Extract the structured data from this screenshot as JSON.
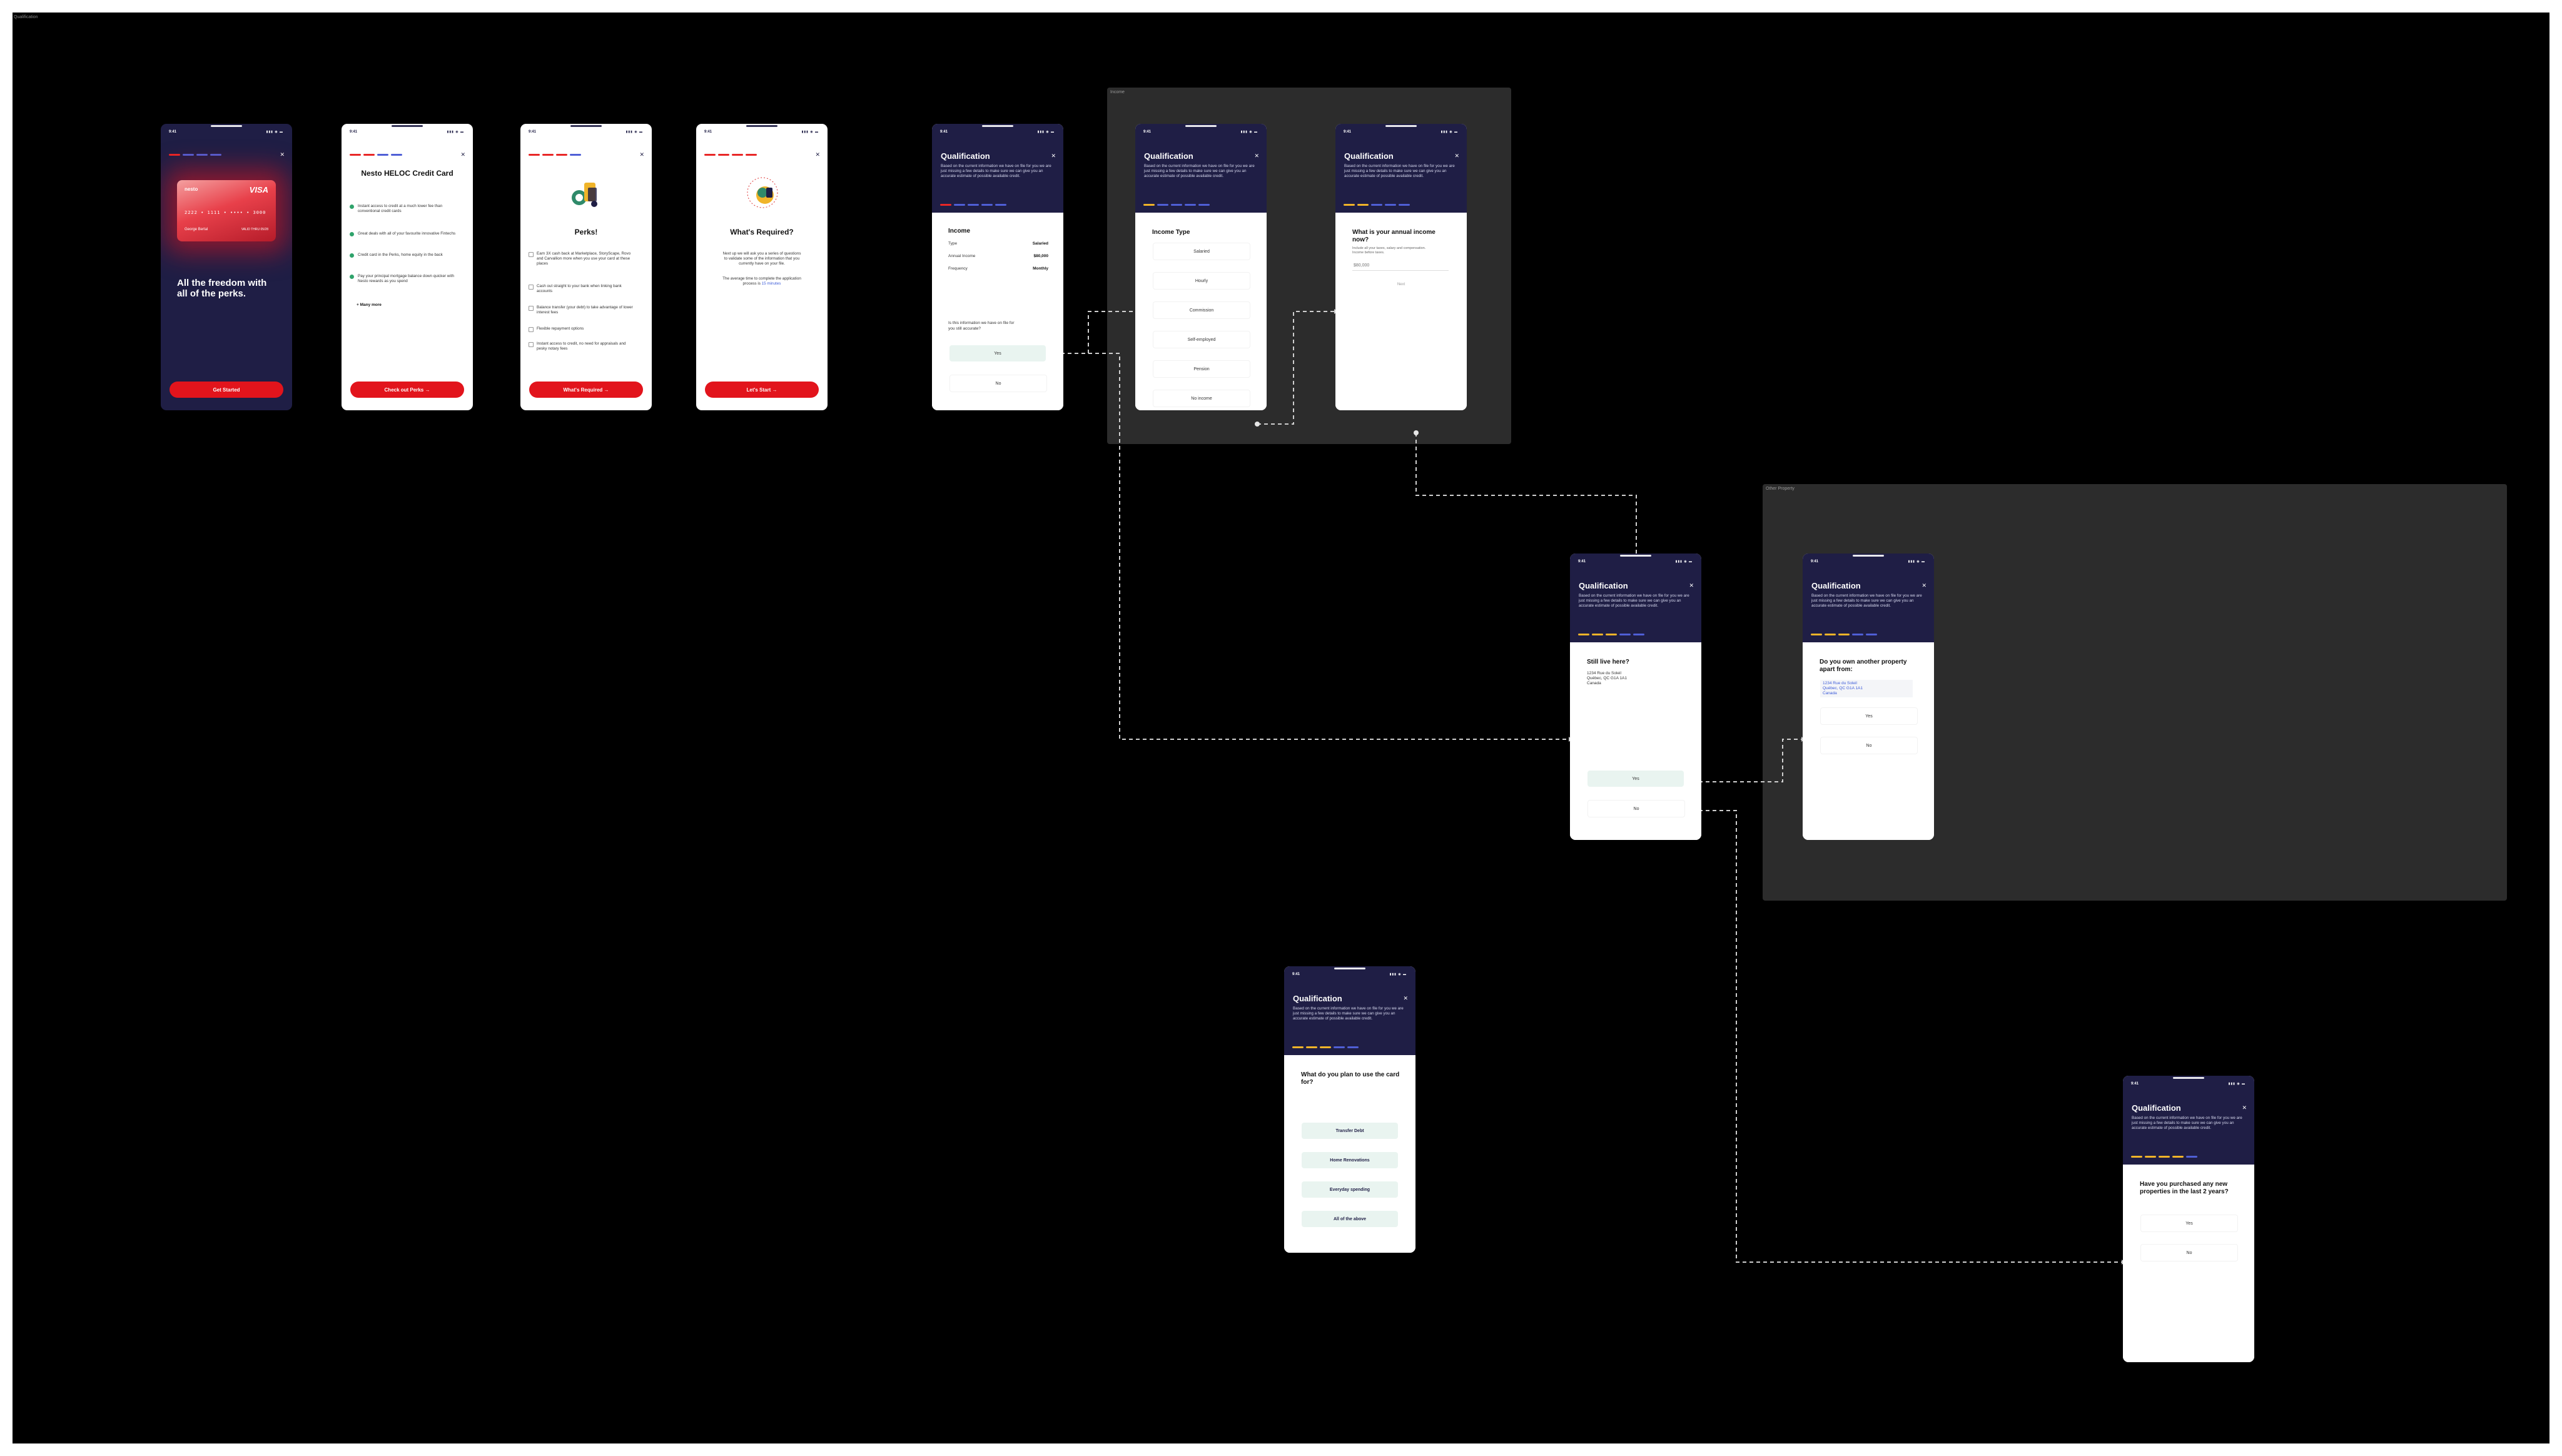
{
  "canvas": {
    "label": "Qualification"
  },
  "groups": [
    {
      "label": "Income"
    },
    {
      "label": "Other Property"
    }
  ],
  "status": {
    "time": "9:41",
    "signal": "▮▮▮ ◉ ▬"
  },
  "welcome": {
    "card_brand": "nesto",
    "card_network": "VISA",
    "card_number": "2222 • 1111 • •••• • 3000",
    "card_name": "George Bertal",
    "card_expiry": "VALID THRU 05/28",
    "headline": "All the freedom with all of the perks.",
    "button": "Get Started"
  },
  "heloc": {
    "title": "Nesto HELOC Credit Card",
    "items": [
      "Instant access to credit at a much lower fee than conventional credit cards",
      "Great deals with all of your favourite innovative Fintechs",
      "Credit card in the Perks, home equity in the back",
      "Pay your principal mortgage balance down quicker with Nesto rewards as you spend"
    ],
    "more": "+ Many more",
    "button": "Check out Perks →"
  },
  "perks": {
    "title": "Perks!",
    "items": [
      "Earn 3X cash back at Marketplace, StoryScape, Rovo and Carvallion more when you use your card at these places",
      "Cash out straight to your bank when linking bank accounts",
      "Balance transfer (your debt) to take advantage of lower interest fees",
      "Flexible repayment options",
      "Instant access to credit, no need for appraisals and pesky notary fees"
    ],
    "button": "What's Required →"
  },
  "required": {
    "title": "What's Required?",
    "text1": "Next up we will ask you a series of questions to validate some of the information that you currently have on your file.",
    "text2_prefix": "The average time to complete the application process is ",
    "text2_link": "15 minutes",
    "button": "Let's Start →"
  },
  "qual": {
    "title": "Qualification",
    "desc": "Based on the current information we have on file for you we are just missing a few details to make sure we can give you an accurate estimate of possible available credit.",
    "close": "✕"
  },
  "income": {
    "heading": "Income",
    "rows": [
      {
        "k": "Type",
        "v": "Salaried"
      },
      {
        "k": "Annual Income",
        "v": "$80,000"
      },
      {
        "k": "Frequency",
        "v": "Monthly"
      }
    ],
    "question": "Is this information we have on file for you still accurate?",
    "yes": "Yes",
    "no": "No"
  },
  "income_type": {
    "question": "Income Type",
    "options": [
      "Salaried",
      "Hourly",
      "Commission",
      "Self-employed",
      "Pension",
      "No income"
    ]
  },
  "annual": {
    "question": "What is your annual income now?",
    "sub": "Include all your taxes, salary and compensation. Income before taxes.",
    "placeholder": "$80,000",
    "next": "Next"
  },
  "live_here": {
    "question": "Still live here?",
    "address": "1234 Rue du Soleil\nQuébec, QC G1A 1A1\nCanada",
    "yes": "Yes",
    "no": "No"
  },
  "other_property": {
    "question": "Do you own another property apart from:",
    "address": "1234 Rue du Soleil\nQuébec, QC G1A 1A1\nCanada",
    "yes": "Yes",
    "no": "No"
  },
  "plan": {
    "question": "What do you plan to use the card for?",
    "options": [
      "Transfer Debt",
      "Home Renovations",
      "Everyday spending",
      "All of the above"
    ]
  },
  "purchased": {
    "question": "Have you purchased any new properties in the last 2 years?",
    "yes": "Yes",
    "no": "No"
  },
  "colors": {
    "navy": "#1f1e45",
    "red": "#e2141c",
    "mint": "#e9f4f0",
    "progress_blue": "#4f5fd6",
    "progress_yellow": "#f0b429"
  },
  "icons": [
    "close-icon",
    "arrow-right-icon",
    "check-icon",
    "status-signal-icon"
  ]
}
